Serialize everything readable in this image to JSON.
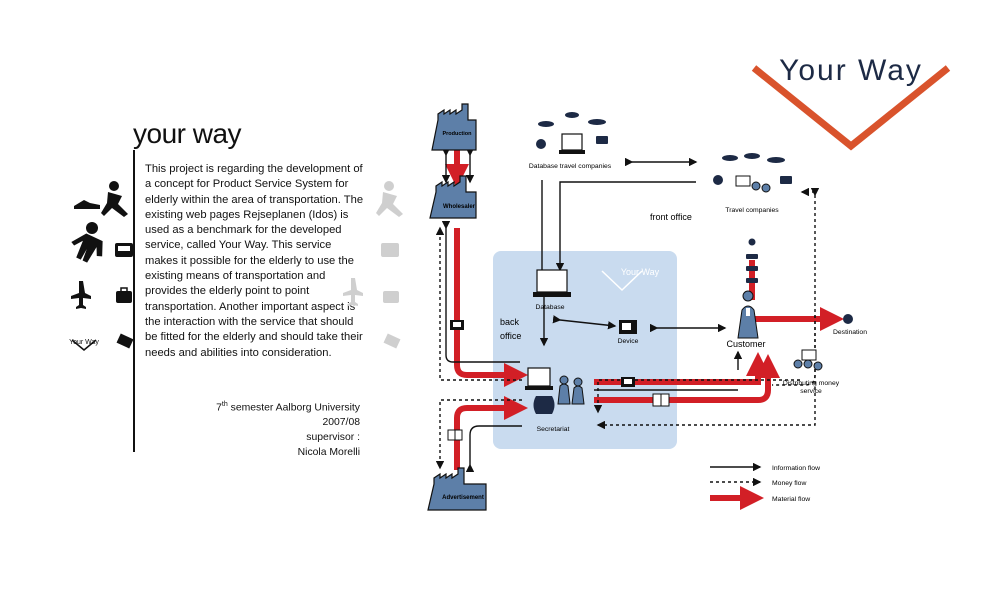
{
  "header": {
    "logo_text": "Your Way",
    "title": "your way"
  },
  "description": "This project is regarding the development of a concept for Product Service System for elderly within the area of transportation. The existing web pages Rejseplanen (Idos) is used as a benchmark for the developed service, called Your Way. This service makes it possible for the elderly to use the existing means of transportation and provides the elderly point to point transportation. Another important aspect is the interaction with the service that should be fitted for the elderly and should take their needs and abilities into consideration.",
  "credits": {
    "university_prefix": "7",
    "university_sup": "th",
    "university_rest": " semester Aalborg University",
    "year": "2007/08",
    "supervisor_label": "supervisor :",
    "supervisor_name": "Nicola Morelli"
  },
  "diagram": {
    "nodes": {
      "production": "Production",
      "wholesaler": "Wholesaler",
      "advertisement": "Advertisement",
      "database_travel": "Database travel companies",
      "travel_companies": "Travel companies",
      "database": "Database",
      "device": "Device",
      "customer": "Customer",
      "destination": "Destination",
      "secretariat": "Secretariat",
      "distributing_money": "Distributing money",
      "distributing_money_2": "service",
      "mini_logo": "Your Way"
    },
    "areas": {
      "front_office": "front office",
      "back_office_1": "back",
      "back_office_2": "office"
    },
    "legend": {
      "information": "Information flow",
      "money": "Money flow",
      "material": "Material flow"
    }
  },
  "colors": {
    "navy": "#1d2a45",
    "red": "#d21f26",
    "orange": "#d9532c",
    "node_blue": "#5d7fa8",
    "back_office_bg": "#c9dbef"
  }
}
